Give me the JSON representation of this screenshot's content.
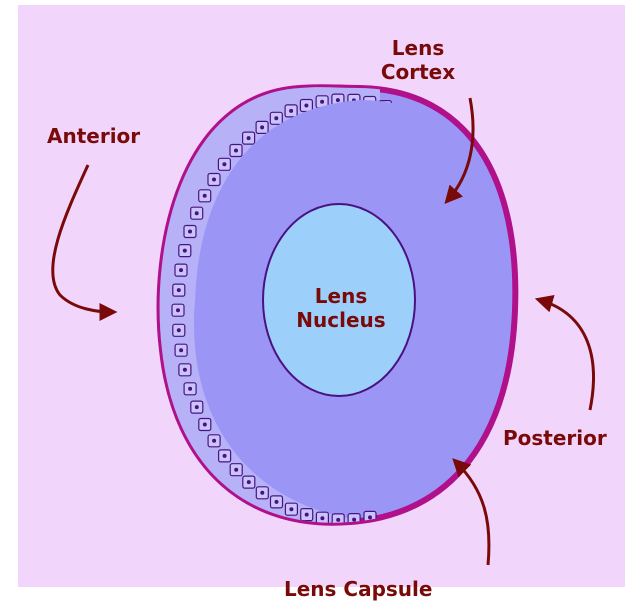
{
  "labels": {
    "anterior": "Anterior",
    "cortex_line1": "Lens",
    "cortex_line2": "Cortex",
    "nucleus_line1": "Lens",
    "nucleus_line2": "Nucleus",
    "posterior": "Posterior",
    "capsule": "Lens Capsule"
  },
  "colors": {
    "background": "#f1d5fb",
    "capsule": "#b0108a",
    "cortex": "#9b96f5",
    "nucleus": "#9ccffa",
    "label_text": "#7a0a0a",
    "epithelium_cell": "#c9c4fb"
  }
}
